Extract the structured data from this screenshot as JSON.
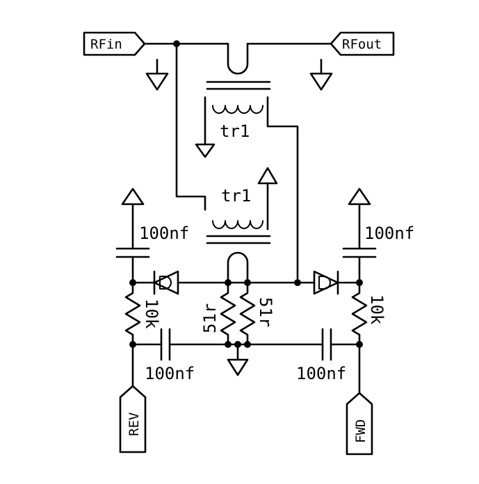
{
  "ports": {
    "rf_in": "RFin",
    "rf_out": "RFout",
    "rev": "REV",
    "fwd": "FWD"
  },
  "components": {
    "transformer_top": "tr1",
    "transformer_bottom": "tr1",
    "cap_left_supply": "100nf",
    "cap_right_supply": "100nf",
    "cap_left_out": "100nf",
    "cap_right_out": "100nf",
    "res_left": "10k",
    "res_right": "10k",
    "res_mid_left": "51r",
    "res_mid_right": "51r"
  }
}
